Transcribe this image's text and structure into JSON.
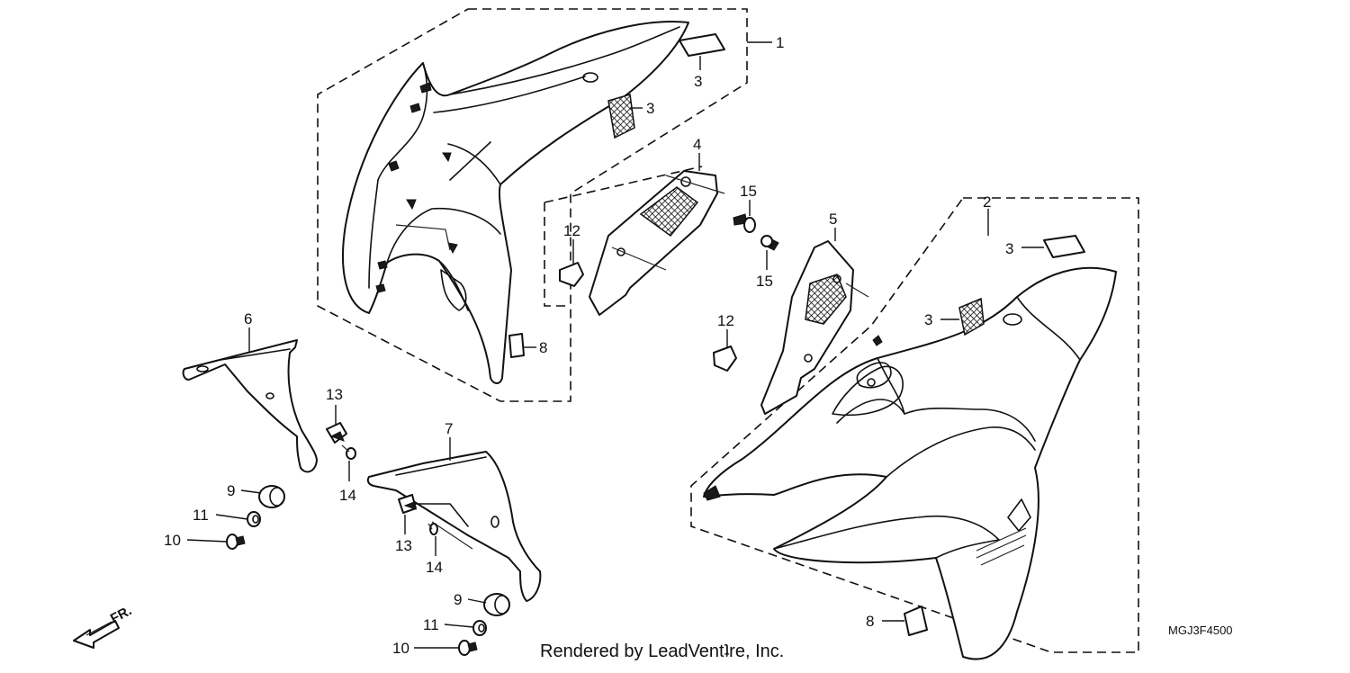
{
  "parts": [
    {
      "id": "label-1",
      "text": "1"
    },
    {
      "id": "label-2",
      "text": "2"
    },
    {
      "id": "label-3a",
      "text": "3"
    },
    {
      "id": "label-3b",
      "text": "3"
    },
    {
      "id": "label-3c",
      "text": "3"
    },
    {
      "id": "label-3d",
      "text": "3"
    },
    {
      "id": "label-4",
      "text": "4"
    },
    {
      "id": "label-5",
      "text": "5"
    },
    {
      "id": "label-6",
      "text": "6"
    },
    {
      "id": "label-7",
      "text": "7"
    },
    {
      "id": "label-8a",
      "text": "8"
    },
    {
      "id": "label-8b",
      "text": "8"
    },
    {
      "id": "label-9a",
      "text": "9"
    },
    {
      "id": "label-9b",
      "text": "9"
    },
    {
      "id": "label-10a",
      "text": "10"
    },
    {
      "id": "label-10b",
      "text": "10"
    },
    {
      "id": "label-11a",
      "text": "11"
    },
    {
      "id": "label-11b",
      "text": "11"
    },
    {
      "id": "label-12a",
      "text": "12"
    },
    {
      "id": "label-12b",
      "text": "12"
    },
    {
      "id": "label-13a",
      "text": "13"
    },
    {
      "id": "label-13b",
      "text": "13"
    },
    {
      "id": "label-14a",
      "text": "14"
    },
    {
      "id": "label-14b",
      "text": "14"
    },
    {
      "id": "label-15a",
      "text": "15"
    },
    {
      "id": "label-15b",
      "text": "15"
    }
  ],
  "footer": {
    "credit": "Rendered by LeadVentʇre, Inc.",
    "diagram_code": "MGJ3F4500",
    "front_arrow": "FR."
  }
}
